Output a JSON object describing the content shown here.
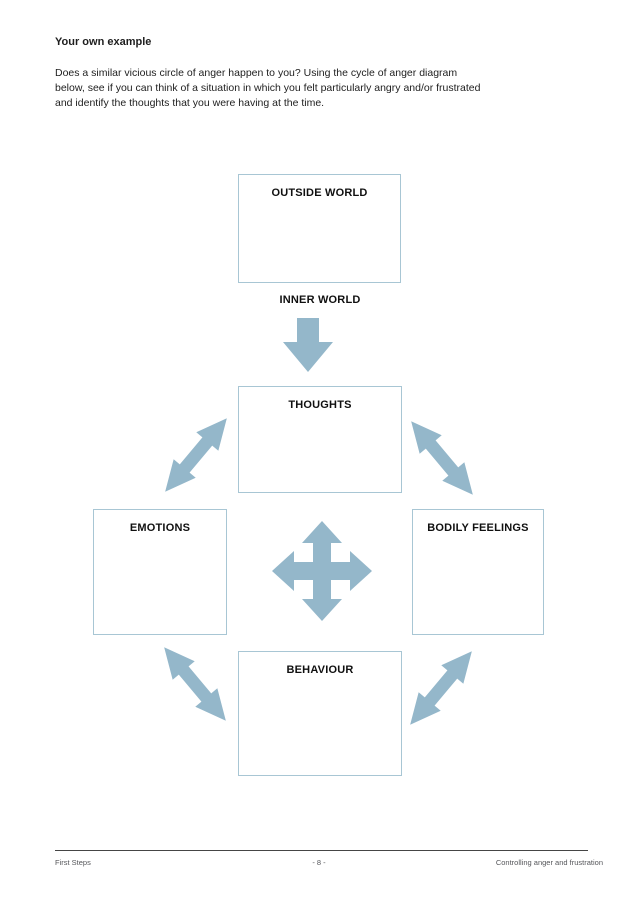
{
  "page": {
    "heading": "Your own example",
    "paragraph_lines": [
      "Does a similar vicious circle of anger happen to you? Using the cycle of anger diagram",
      "below, see if you can think of a situation in which you felt particularly angry and/or frustrated",
      "and identify the thoughts that you were having at the time."
    ]
  },
  "diagram": {
    "boxes": {
      "outside_world": "OUTSIDE WORLD",
      "thoughts": "THOUGHTS",
      "emotions": "EMOTIONS",
      "bodily_feelings": "BODILY FEELINGS",
      "behaviour": "BEHAVIOUR"
    },
    "labels": {
      "inner_world": "INNER WORLD"
    },
    "icons": {
      "down_arrow": "block-down-arrow",
      "double_arrow": "double-headed-diagonal-arrow",
      "quad_arrow": "four-way-arrow"
    }
  },
  "footer": {
    "left": "First Steps",
    "center": "- 8 -",
    "right": "Controlling anger and frustration"
  },
  "colors": {
    "background": "#ffffff",
    "text": "#1e1e1e",
    "arrow": "#94b7ca",
    "box_border": "#a8c6d4",
    "rule": "#454545",
    "footer_text": "#55565a"
  }
}
